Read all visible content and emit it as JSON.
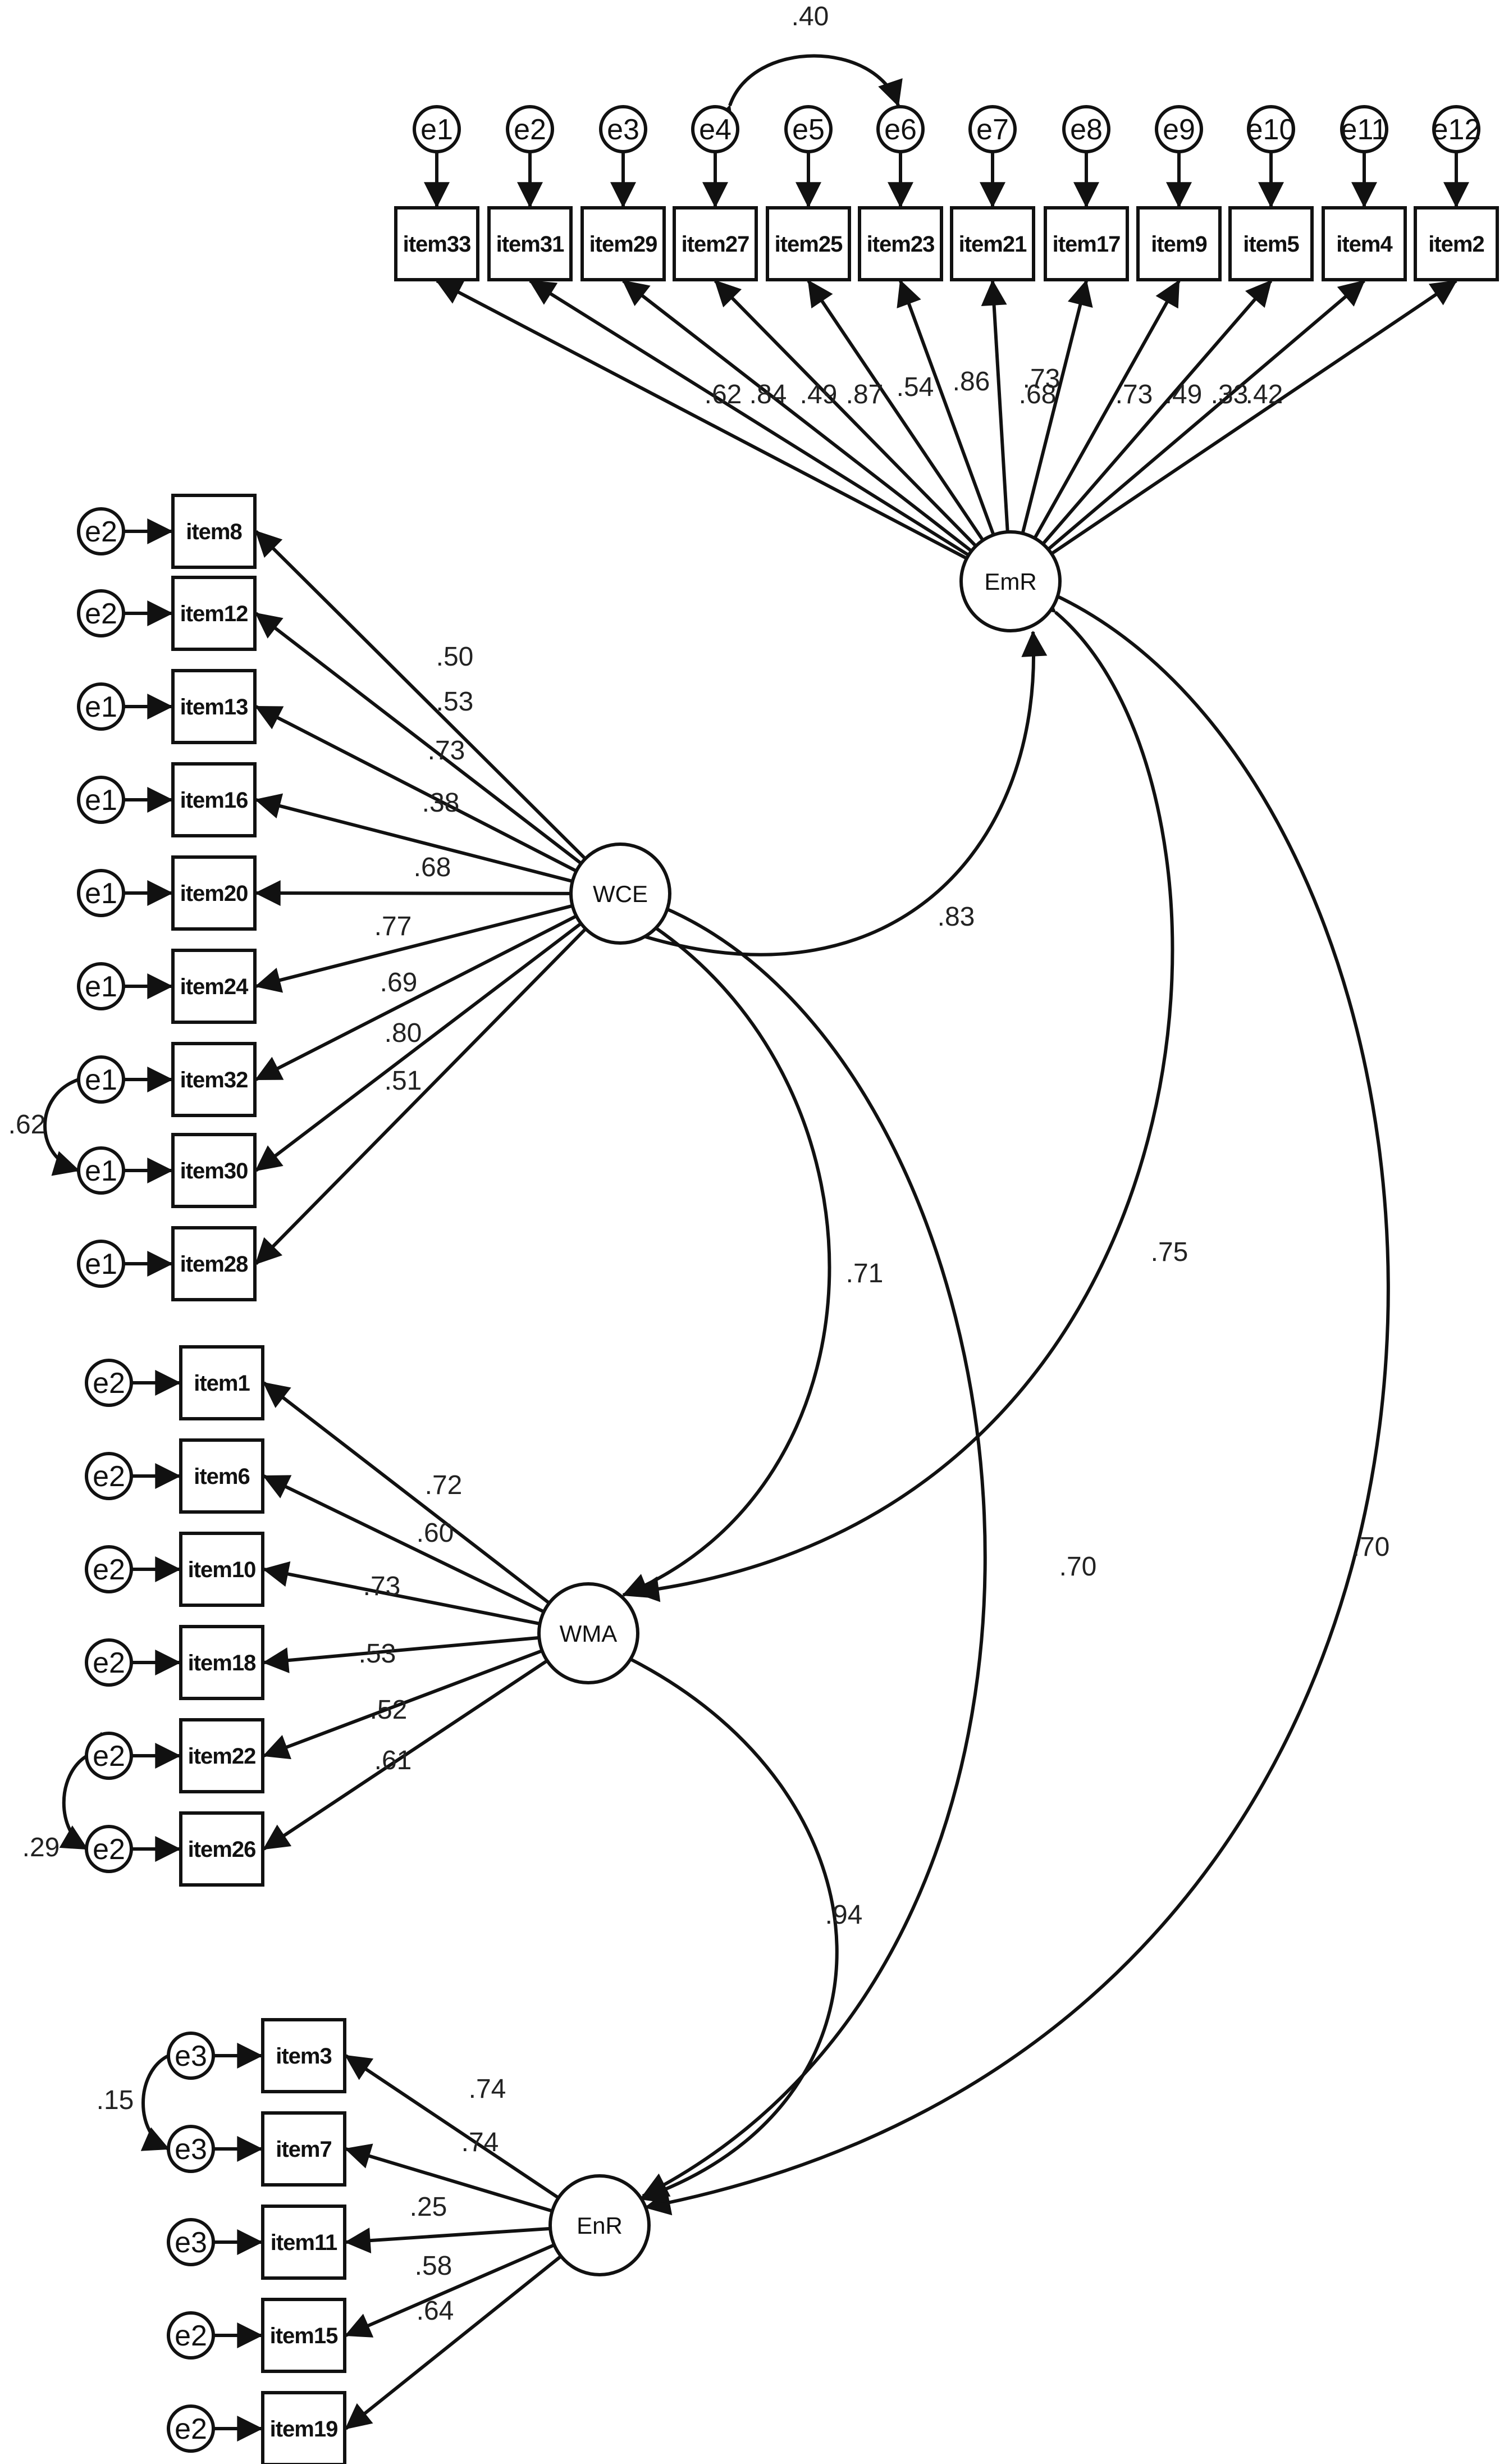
{
  "diagram": {
    "latents": {
      "EmR": "EmR",
      "WCE": "WCE",
      "WMA": "WMA",
      "EnR": "EnR"
    },
    "emr_items": [
      {
        "label": "item33",
        "error": "e1",
        "loading": ".62"
      },
      {
        "label": "item31",
        "error": "e2",
        "loading": ".84"
      },
      {
        "label": "item29",
        "error": "e3",
        "loading": ".49"
      },
      {
        "label": "item27",
        "error": "e4",
        "loading": ".87"
      },
      {
        "label": "item25",
        "error": "e5",
        "loading": ".54"
      },
      {
        "label": "item23",
        "error": "e6",
        "loading": ".86"
      },
      {
        "label": "item21",
        "error": "e7",
        "loading": ".73"
      },
      {
        "label": "item17",
        "error": "e8",
        "loading": ".68"
      },
      {
        "label": "item9",
        "error": "e9",
        "loading": ".73"
      },
      {
        "label": "item5",
        "error": "e10",
        "loading": ".49"
      },
      {
        "label": "item4",
        "error": "e11",
        "loading": ".33"
      },
      {
        "label": "item2",
        "error": "e12",
        "loading": ".42"
      }
    ],
    "wce_items": [
      {
        "label": "item8",
        "error": "e2",
        "loading": ".50"
      },
      {
        "label": "item12",
        "error": "e2",
        "loading": ".53"
      },
      {
        "label": "item13",
        "error": "e1",
        "loading": ".73"
      },
      {
        "label": "item16",
        "error": "e1",
        "loading": ".38"
      },
      {
        "label": "item20",
        "error": "e1",
        "loading": ".68"
      },
      {
        "label": "item24",
        "error": "e1",
        "loading": ".77"
      },
      {
        "label": "item32",
        "error": "e1",
        "loading": ".69"
      },
      {
        "label": "item30",
        "error": "e1",
        "loading": ".80"
      },
      {
        "label": "item28",
        "error": "e1",
        "loading": ".51"
      }
    ],
    "wma_items": [
      {
        "label": "item1",
        "error": "e2",
        "loading": ".72"
      },
      {
        "label": "item6",
        "error": "e2",
        "loading": ".60"
      },
      {
        "label": "item10",
        "error": "e2",
        "loading": ".73"
      },
      {
        "label": "item18",
        "error": "e2",
        "loading": ".53"
      },
      {
        "label": "item22",
        "error": "e2",
        "loading": ".52"
      },
      {
        "label": "item26",
        "error": "e2",
        "loading": ".61"
      }
    ],
    "enr_items": [
      {
        "label": "item3",
        "error": "e3",
        "loading": ".74"
      },
      {
        "label": "item7",
        "error": "e3",
        "loading": ".74"
      },
      {
        "label": "item11",
        "error": "e3",
        "loading": ".25"
      },
      {
        "label": "item15",
        "error": "e2",
        "loading": ".58"
      },
      {
        "label": "item19",
        "error": "e2",
        "loading": ".64"
      }
    ],
    "error_covariances": {
      "e4_e6": ".40",
      "wce_item32_item30": ".62",
      "wma_item22_item26": ".29",
      "enr_item3_item7": ".15"
    },
    "latent_correlations": {
      "WCE_EmR": ".83",
      "WCE_WMA": ".71",
      "EmR_WMA": ".75",
      "WCE_EnR": ".70",
      "EmR_EnR": ".70",
      "WMA_EnR": ".94"
    }
  }
}
